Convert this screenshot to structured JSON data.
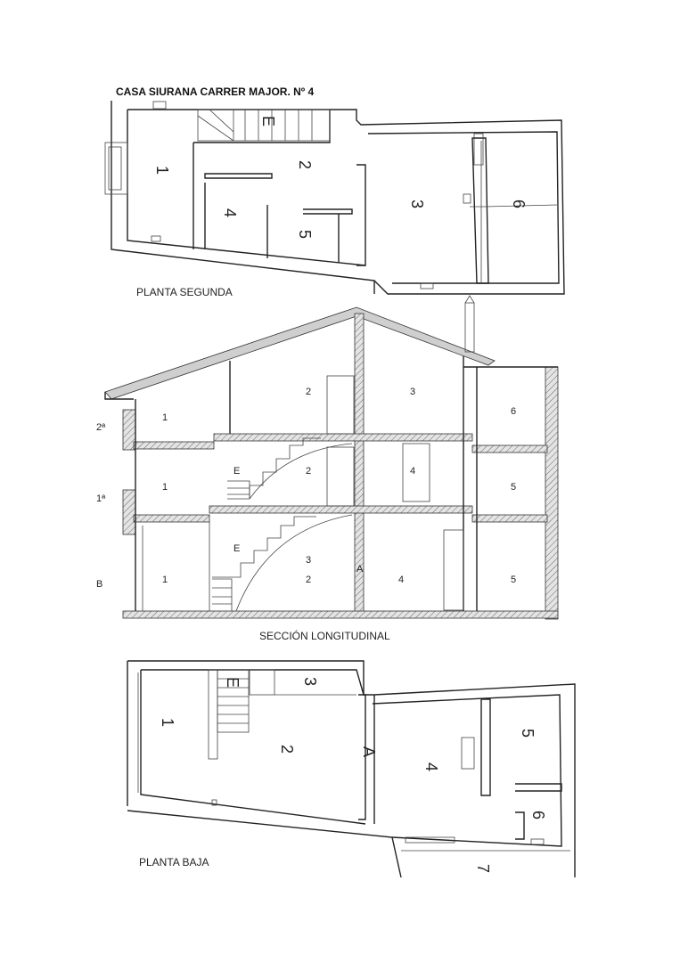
{
  "title": "CASA SIURANA CARRER MAJOR. Nº 4",
  "plan_upper": {
    "caption": "PLANTA SEGUNDA",
    "rooms": [
      "1",
      "2",
      "3",
      "4",
      "5",
      "6",
      "E"
    ]
  },
  "section": {
    "caption": "SECCIÓN LONGITUDINAL",
    "levels": [
      "2ª",
      "1ª",
      "B"
    ],
    "rooms_top": [
      "1",
      "2",
      "3",
      "6"
    ],
    "rooms_mid": [
      "1",
      "E",
      "2",
      "4",
      "5"
    ],
    "rooms_bottom": [
      "E",
      "3",
      "1",
      "2",
      "A",
      "4",
      "5"
    ]
  },
  "plan_ground": {
    "caption": "PLANTA BAJA",
    "rooms": [
      "1",
      "E",
      "3",
      "2",
      "A",
      "4",
      "5",
      "6",
      "7"
    ]
  }
}
